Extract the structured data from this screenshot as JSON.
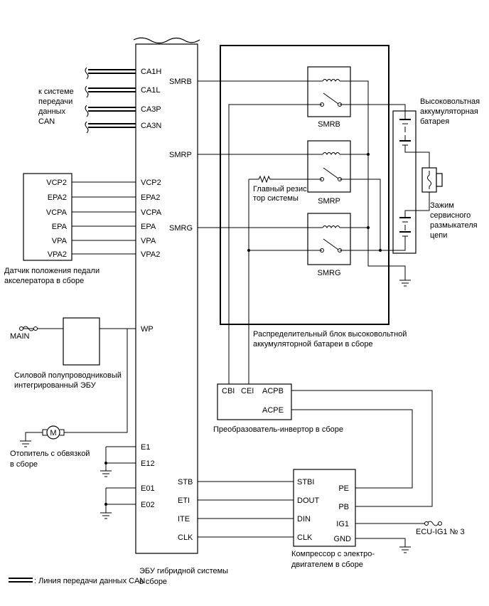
{
  "ecu": {
    "caption": [
      "ЭБУ гибридной системы",
      "в сборе"
    ],
    "pins": {
      "ca1h": "CA1H",
      "ca1l": "CA1L",
      "ca3p": "CA3P",
      "ca3n": "CA3N",
      "vcp2": "VCP2",
      "epa2": "EPA2",
      "vcpa": "VCPA",
      "epa": "EPA",
      "vpa": "VPA",
      "vpa2": "VPA2",
      "wp": "WP",
      "e1": "E1",
      "e12": "E12",
      "e01": "E01",
      "e02": "E02",
      "smrb": "SMRB",
      "smrp": "SMRP",
      "smrg": "SMRG",
      "stb": "STB",
      "eti": "ETI",
      "ite": "ITE",
      "clk": "CLK"
    }
  },
  "can": {
    "label": [
      "к системе",
      "передачи",
      "данных",
      "CAN"
    ],
    "legend": ": Линия передачи данных CAN"
  },
  "pedal_sensor": {
    "pins": [
      "VCP2",
      "EPA2",
      "VCPA",
      "EPA",
      "VPA",
      "VPA2"
    ],
    "caption": [
      "Датчик положения педали",
      "акселератора в сборе"
    ]
  },
  "power_ecu": {
    "main_label": "MAIN",
    "caption": [
      "Силовой полупроводниковый",
      "интегрированный ЭБУ"
    ]
  },
  "heater": {
    "motor_symbol": "M",
    "caption": [
      "Отопитель с обвязкой",
      "в сборе"
    ]
  },
  "junction_block": {
    "relays": [
      "SMRB",
      "SMRP",
      "SMRG"
    ],
    "resistor_label": [
      "Главный резис",
      "тор системы"
    ],
    "caption": [
      "Распределительный блок высоковольтной",
      "аккумуляторной батареи в сборе"
    ]
  },
  "hv_battery": {
    "caption": [
      "Высоковольтная",
      "аккумуляторная",
      "батарея"
    ]
  },
  "service_plug": {
    "caption": [
      "Зажим",
      "сервисного",
      "размыкателя",
      "цепи"
    ]
  },
  "inverter": {
    "pins": {
      "cbi": "CBI",
      "cei": "CEI",
      "acpb": "ACPB",
      "acpe": "ACPE"
    },
    "caption": "Преобразователь-инвертор в сборе"
  },
  "compressor": {
    "pins": {
      "stbi": "STBI",
      "dout": "DOUT",
      "din": "DIN",
      "clk": "CLK",
      "pe": "PE",
      "pb": "PB",
      "ig1": "IG1",
      "gnd": "GND"
    },
    "ig_fuse_label": "ECU-IG1 № 3",
    "caption": [
      "Компрессор с электро-",
      "двигателем в сборе"
    ]
  }
}
